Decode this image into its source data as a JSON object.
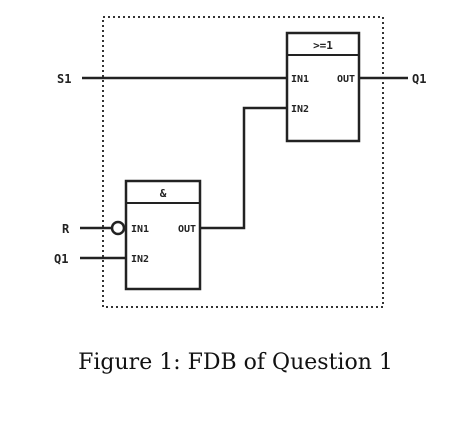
{
  "signals": {
    "s1": "S1",
    "r": "R",
    "q1_in": "Q1",
    "q1_out": "Q1"
  },
  "or_block": {
    "title": ">=1",
    "in1": "IN1",
    "in2": "IN2",
    "out": "OUT"
  },
  "and_block": {
    "title": "&",
    "in1": "IN1",
    "in2": "IN2",
    "out": "OUT"
  },
  "caption": "Figure 1: FDB of Question 1"
}
